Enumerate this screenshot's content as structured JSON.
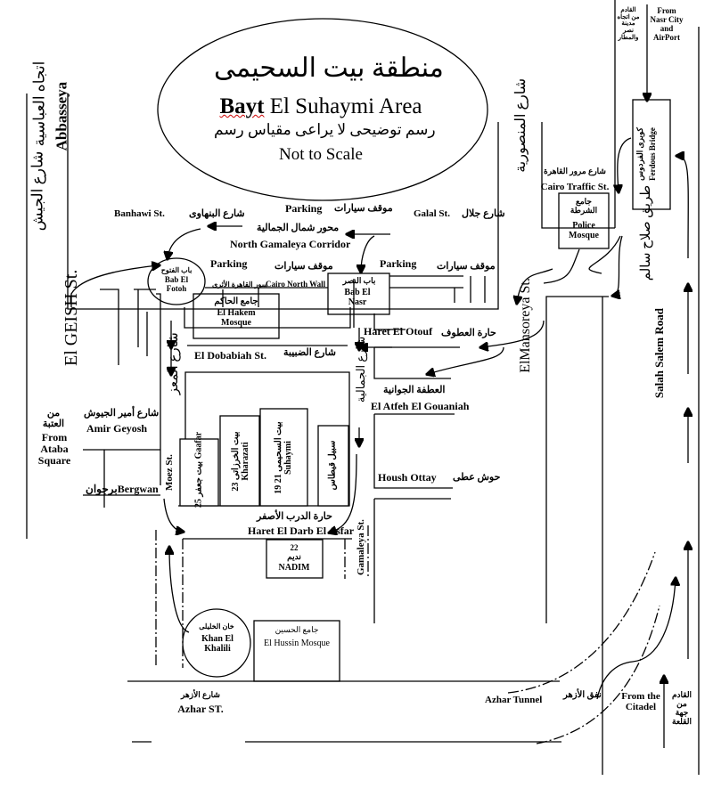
{
  "title": {
    "ar": "منطقة بيت السحيمى",
    "en_bold": "Bayt",
    "en_rest": "El Suhaymi Area",
    "scale_ar": "رسم توضيحى لا يراعى مقياس رسم",
    "scale_en": "Not to Scale"
  },
  "labels": {
    "abbasseya_ar": "اتجاه العباسية",
    "abbasseya_en": "Abbasseya",
    "geish_ar": "شارع الجيش",
    "geish_en": "El GEISH St.",
    "ataba_ar": "من العتبة",
    "ataba_en": "From Ataba Square",
    "banhawi_en": "Banhawi St.",
    "banhawi_ar": "شارع البنهاوى",
    "parking_en": "Parking",
    "parking_ar": "موقف سيارات",
    "galal_en": "Galal St.",
    "galal_ar": "شارع جلال",
    "corridor_ar": "محور شمال الجمالية",
    "corridor_en": "North Gamaleya Corridor",
    "bab_fotoh_ar": "باب الفتوح",
    "bab_fotoh_en": "Bab El Fotoh",
    "wall_ar": "سور القاهرة الأثرى",
    "wall_en": "Cairo North Wall",
    "hakem_ar": "جامع الحاكم",
    "hakem_en": "El Hakem Mosque",
    "bab_nasr_ar": "باب النصر",
    "bab_nasr_en": "Bab El Nasr",
    "otouf_en": "Haret El Otouf",
    "otouf_ar": "حارة العطوف",
    "dobabiah_en": "El Dobabiah St.",
    "dobabiah_ar": "شارع الضبيبة",
    "moez_ar": "شارع المعز",
    "moez_en": "Moez St.",
    "gamaleya_ar": "شارع الجمالية",
    "gamaleya_en": "Gamaleya St.",
    "atfeh_ar": "العطفة الجوانية",
    "atfeh_en": "El Atfeh El Gouaniah",
    "amir_ar": "شارع أمير الجيوش",
    "amir_en": "Amir Geyosh",
    "bergwan": "برجوانBergwan",
    "gaafar": "بيت جعفر 25 Gaafar",
    "kharazati": "بيت الخرزاتى 23 Kharazati",
    "suhaymi": "بيت السحيمى 21 19 Suhaymi",
    "sabil": "سبيل قيطاس",
    "darb_ar": "حارة الدرب الأصفر",
    "darb_en": "Haret El Darb El Asfar",
    "nadim_num": "22",
    "nadim_ar": "نديم",
    "nadim_en": "NADIM",
    "housh_en": "Housh Ottay",
    "housh_ar": "حوش عطى",
    "mansoreya_en": "ElMansoreya St.",
    "mansoreya_ar": "شارع المنصورية",
    "traffic_ar": "شارع مرور القاهرة",
    "traffic_en": "Cairo Traffic St.",
    "police_ar": "جامع الشرطة",
    "police_en": "Police Mosque",
    "ferdous_ar": "كوبرى الفردوس",
    "ferdous_en": "Ferdous Bridge",
    "nasr_ar": "القادم من اتجاه مدينة نصر والمطار",
    "nasr_en": "From Nasr City and AirPort",
    "salah_ar": "طريق صلاح سالم",
    "salah_en": "Salah Salem Road",
    "khan_ar": "خان الخليلى",
    "khan_en": "Khan El Khalili",
    "hussin_ar": "جامع الحسين",
    "hussin_en": "El Hussin Mosque",
    "azhar_ar": "شارع الأزهر",
    "azhar_en": "Azhar ST.",
    "tunnel_en": "Azhar Tunnel",
    "tunnel_ar": "نفق الأزهر",
    "citadel_en": "From the Citadel",
    "citadel_ar": "القادم من جهة القلعة"
  }
}
